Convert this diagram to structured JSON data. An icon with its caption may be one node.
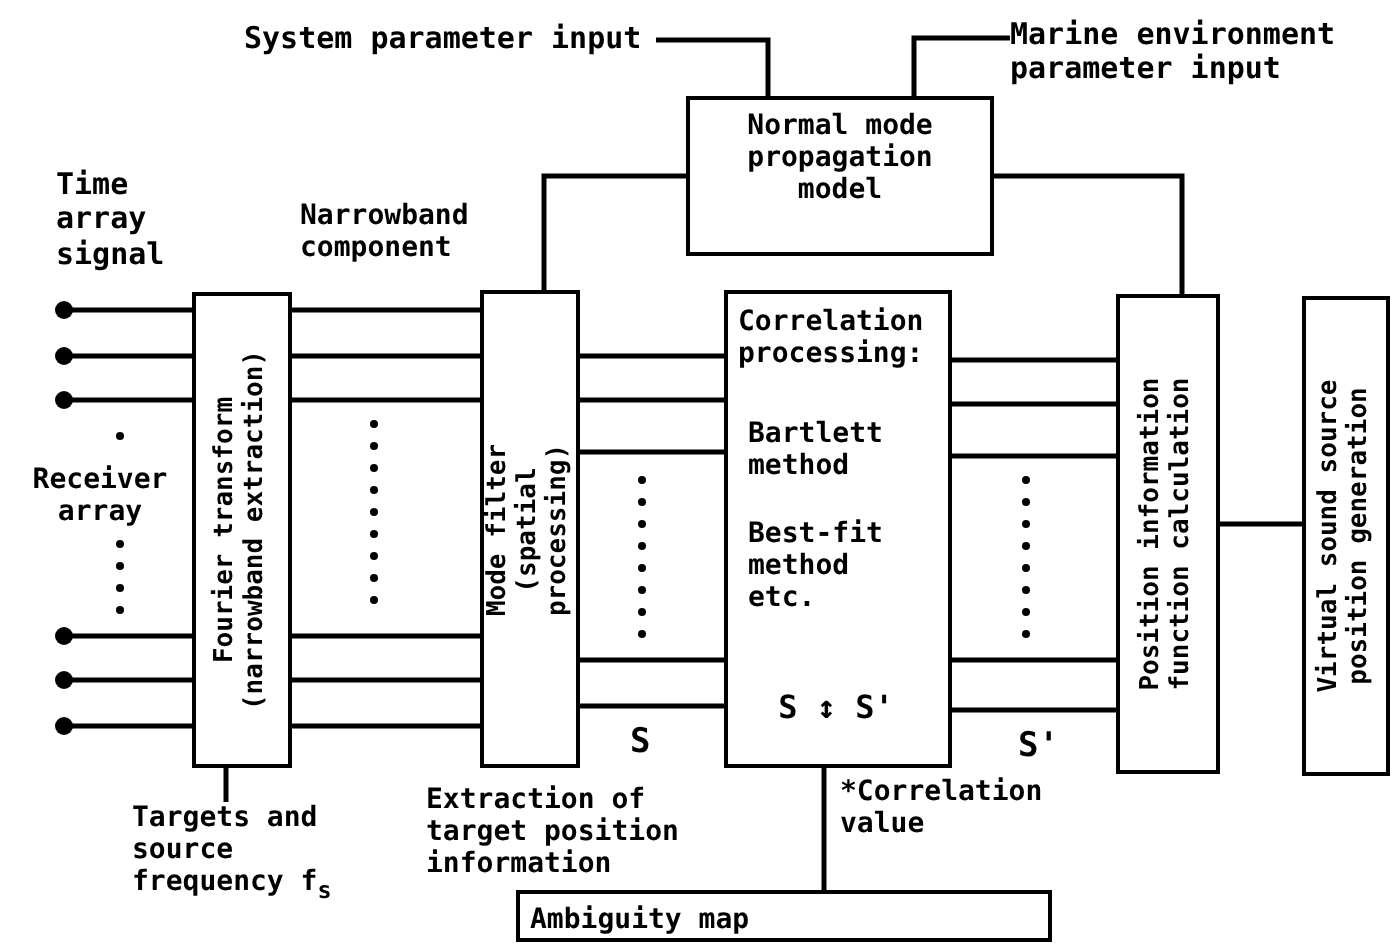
{
  "diagram": {
    "nodes": [
      {
        "text": [
          "System parameter input"
        ]
      },
      {
        "text": [
          "Marine environment parameter input"
        ]
      },
      {
        "text": [
          "Normal mode propagation model"
        ]
      },
      {
        "text": [
          "Fourier transform (narrowband extraction)"
        ]
      },
      {
        "text": [
          "Mode filter (spatial processing)"
        ]
      },
      {
        "text": [
          "Correlation processing:",
          "Bartlett method",
          "Best-fit method etc.",
          "S ↕ S'"
        ]
      },
      {
        "text": [
          "Position information function calculation"
        ]
      },
      {
        "text": [
          "Virtual sound source position generation"
        ]
      },
      {
        "text": [
          "Ambiguity map"
        ]
      },
      {
        "text": [
          "Targets and source frequency f$_{s}$"
        ]
      }
    ],
    "edges": [
      {
        "from": 0,
        "to": 2,
        "arrow": "none"
      },
      {
        "from": 1,
        "to": 2,
        "arrow": "none"
      },
      {
        "from": 2,
        "to": 4,
        "arrow": "none"
      },
      {
        "from": 2,
        "to": 6,
        "arrow": "none"
      },
      {
        "from": null,
        "to": 3,
        "arrow": "other"
      },
      {
        "from": null,
        "to": 3,
        "arrow": "other"
      },
      {
        "from": null,
        "to": 3,
        "arrow": "other"
      },
      {
        "from": null,
        "to": 3,
        "arrow": "other"
      },
      {
        "from": null,
        "to": 3,
        "arrow": "other"
      },
      {
        "from": null,
        "to": 3,
        "arrow": "other"
      },
      {
        "from": 3,
        "to": 4,
        "arrow": "none"
      },
      {
        "from": 3,
        "to": 4,
        "arrow": "none"
      },
      {
        "from": 3,
        "to": 4,
        "arrow": "none"
      },
      {
        "from": 3,
        "to": 4,
        "arrow": "none"
      },
      {
        "from": 3,
        "to": 4,
        "arrow": "none"
      },
      {
        "from": 3,
        "to": 4,
        "arrow": "none"
      },
      {
        "from": 4,
        "to": 5,
        "arrow": "none"
      },
      {
        "from": 4,
        "to": 5,
        "arrow": "none"
      },
      {
        "from": 4,
        "to": 5,
        "arrow": "none"
      },
      {
        "from": 4,
        "to": 5,
        "arrow": "none"
      },
      {
        "from": 4,
        "to": 5,
        "arrow": "none"
      },
      {
        "from": 5,
        "to": 6,
        "arrow": "none"
      },
      {
        "from": 5,
        "to": 6,
        "arrow": "none"
      },
      {
        "from": 5,
        "to": 6,
        "arrow": "none"
      },
      {
        "from": 5,
        "to": 6,
        "arrow": "none"
      },
      {
        "from": 5,
        "to": 6,
        "arrow": "none"
      },
      {
        "from": 6,
        "to": 7,
        "arrow": "none"
      },
      {
        "from": 5,
        "to": 8,
        "arrow": "none",
        "label": "*Correlation value"
      },
      {
        "from": 9,
        "to": 3,
        "arrow": "none"
      }
    ],
    "labels": [
      "Time array signal",
      "Narrowband component",
      "Receiver array",
      "S",
      "S'",
      "Extraction of target position information"
    ]
  }
}
